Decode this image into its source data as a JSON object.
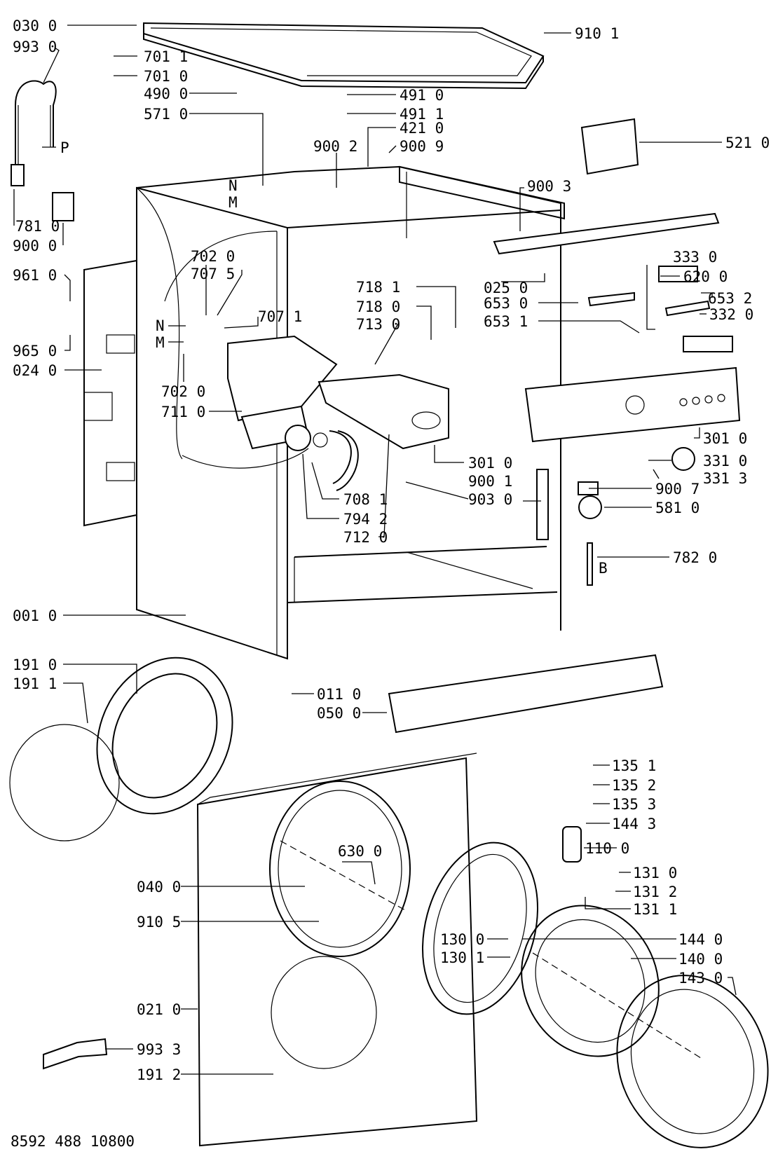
{
  "diagram": {
    "doc_number": "8592 488 10800",
    "labels": {
      "l_030_0": "030 0",
      "l_993_0": "993 0",
      "l_701_1": "701 1",
      "l_701_0": "701 0",
      "l_490_0": "490 0",
      "l_571_0": "571 0",
      "l_910_1": "910 1",
      "l_491_0": "491 0",
      "l_491_1": "491 1",
      "l_421_0": "421 0",
      "l_900_9": "900 9",
      "l_900_2": "900 2",
      "l_521_0": "521 0",
      "l_900_3": "900 3",
      "l_P": "P",
      "l_N1": "N",
      "l_M1": "M",
      "l_781_0": "781 0",
      "l_900_0": "900 0",
      "l_961_0": "961 0",
      "l_702_0a": "702 0",
      "l_707_5": "707 5",
      "l_707_1": "707 1",
      "l_N2": "N",
      "l_M2": "M",
      "l_965_0": "965 0",
      "l_024_0": "024 0",
      "l_702_0b": "702 0",
      "l_711_0": "711 0",
      "l_718_1": "718 1",
      "l_718_0": "718 0",
      "l_713_0": "713 0",
      "l_333_0": "333 0",
      "l_025_0": "025 0",
      "l_620_0": "620 0",
      "l_653_0": "653 0",
      "l_653_2": "653 2",
      "l_653_1": "653 1",
      "l_332_0": "332 0",
      "l_301_0a": "301 0",
      "l_301_0b": "301 0",
      "l_331_0": "331 0",
      "l_331_3": "331 3",
      "l_900_1": "900 1",
      "l_900_7": "900 7",
      "l_903_0": "903 0",
      "l_581_0": "581 0",
      "l_708_1": "708 1",
      "l_794_2": "794 2",
      "l_712_0": "712 0",
      "l_782_0": "782 0",
      "l_B": "B",
      "l_001_0": "001 0",
      "l_191_0": "191 0",
      "l_191_1": "191 1",
      "l_011_0": "011 0",
      "l_050_0": "050 0",
      "l_135_1": "135 1",
      "l_135_2": "135 2",
      "l_135_3": "135 3",
      "l_144_3": "144 3",
      "l_630_0": "630 0",
      "l_110_0": "110 0",
      "l_040_0": "040 0",
      "l_131_0": "131 0",
      "l_131_2": "131 2",
      "l_131_1": "131 1",
      "l_910_5": "910 5",
      "l_130_0": "130 0",
      "l_144_0": "144 0",
      "l_130_1": "130 1",
      "l_140_0": "140 0",
      "l_143_0": "143 0",
      "l_021_0": "021 0",
      "l_191_2": "191 2",
      "l_993_3": "993 3"
    }
  }
}
